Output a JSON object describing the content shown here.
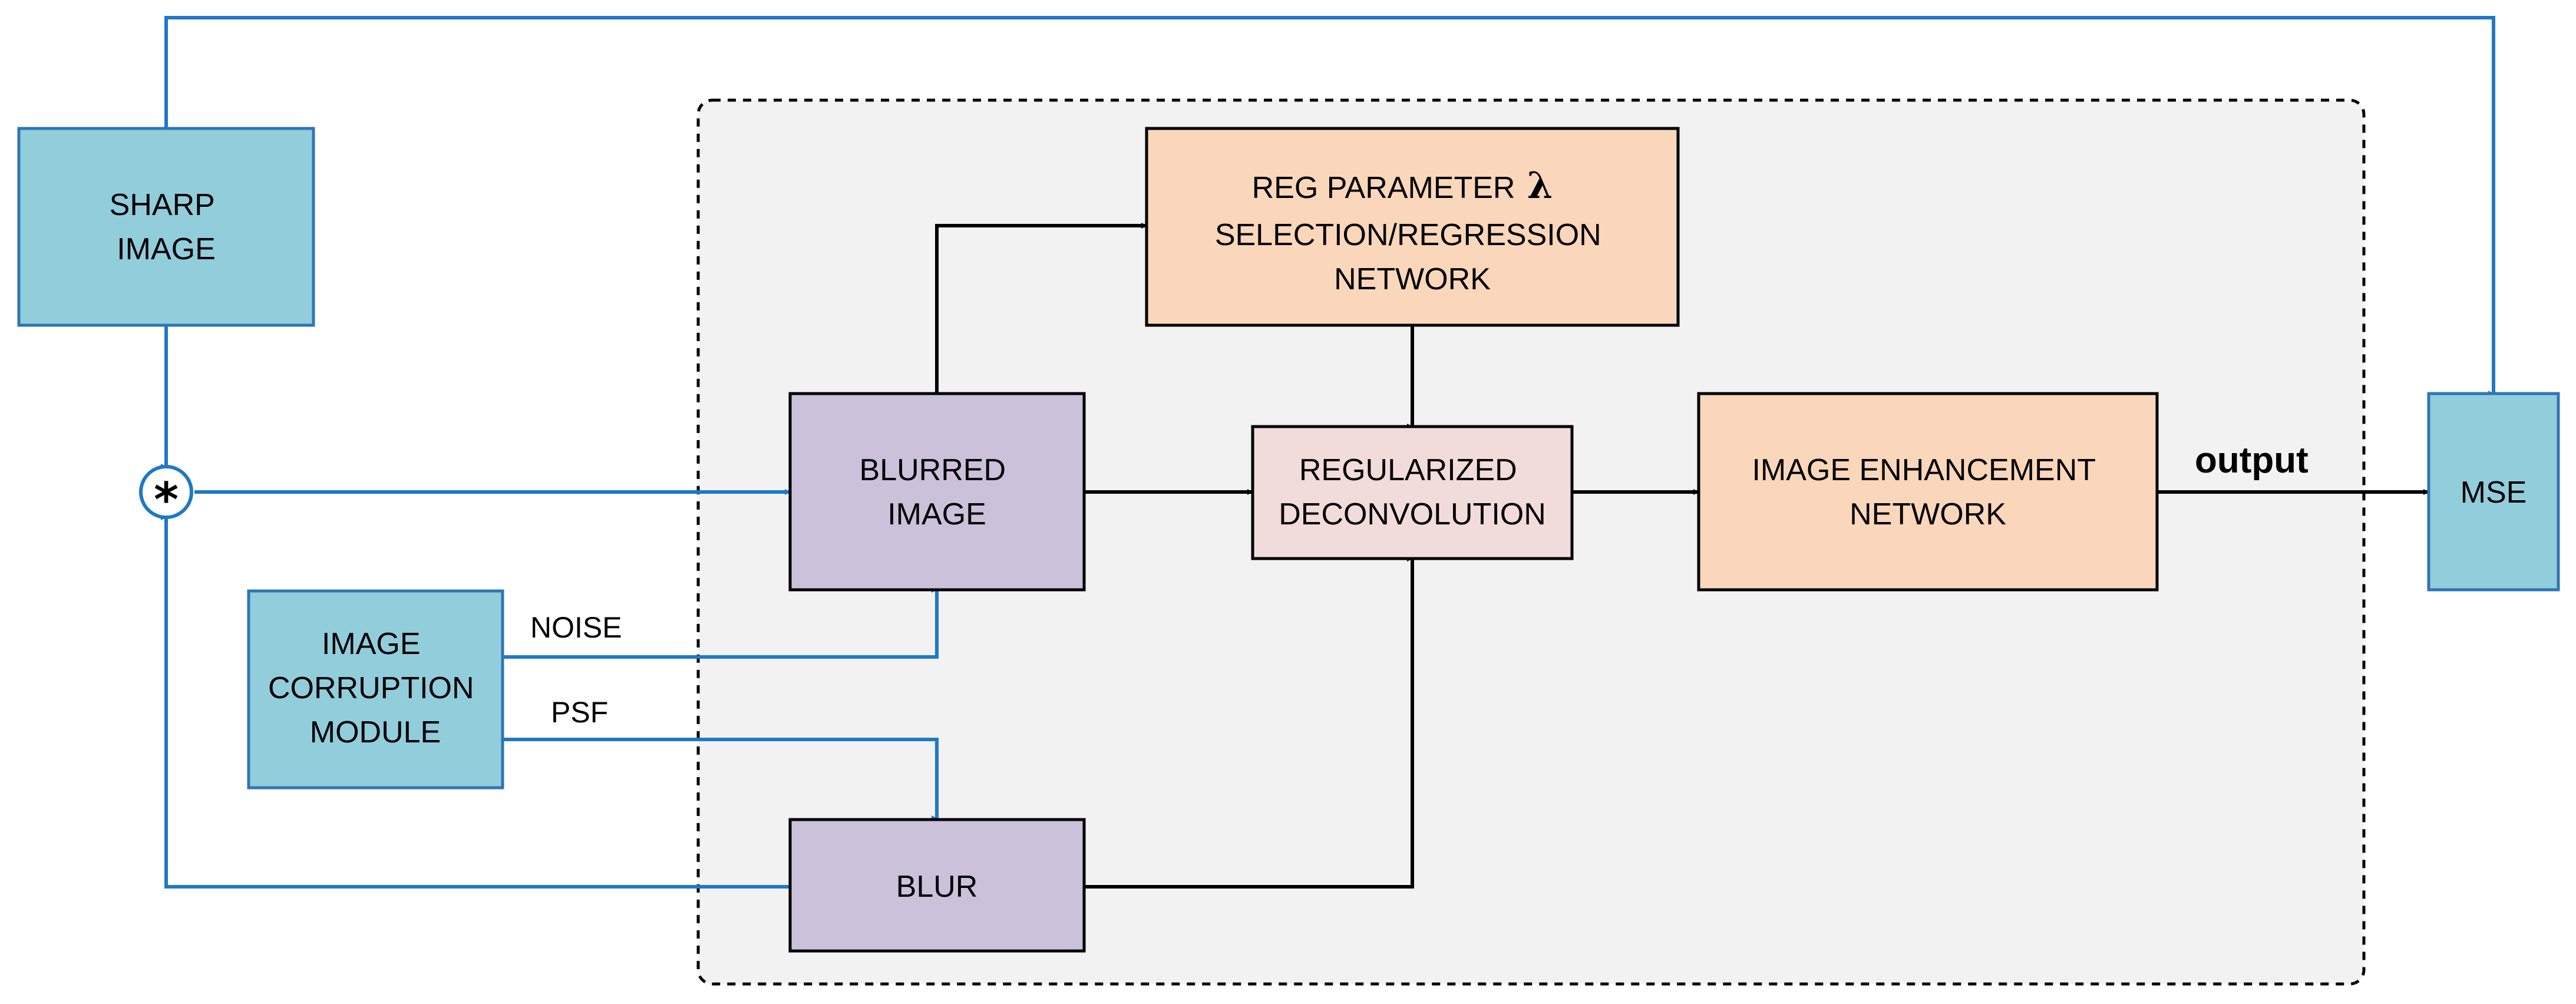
{
  "colors": {
    "blue_box": "#92CDDC",
    "blue_stroke": "#2E75B6",
    "blue_line": "#1F78C8",
    "purple_box": "#CCC1DA",
    "orange_box": "#FAD7BA",
    "pink_box": "#F2DCDB",
    "container_fill": "#F2F2F2",
    "black": "#000000"
  },
  "nodes": {
    "sharp_image": {
      "lines": [
        "SHARP",
        "IMAGE"
      ]
    },
    "corruption_module": {
      "lines": [
        "IMAGE",
        "CORRUPTION",
        "MODULE"
      ]
    },
    "blurred_image": {
      "lines": [
        "BLURRED",
        "IMAGE"
      ]
    },
    "blur": {
      "lines": [
        "BLUR"
      ]
    },
    "reg_parameter": {
      "line1": "REG PARAMETER",
      "symbol": "λ",
      "lines_rest": [
        "SELECTION/REGRESSION",
        "NETWORK"
      ]
    },
    "reg_deconv": {
      "lines": [
        "REGULARIZED",
        "DECONVOLUTION"
      ]
    },
    "enhancement": {
      "lines": [
        "IMAGE ENHANCEMENT",
        "NETWORK"
      ]
    },
    "mse": {
      "lines": [
        "MSE"
      ]
    },
    "convolution": {
      "symbol": "*"
    }
  },
  "edge_labels": {
    "noise": "NOISE",
    "psf": "PSF",
    "output": "output"
  }
}
